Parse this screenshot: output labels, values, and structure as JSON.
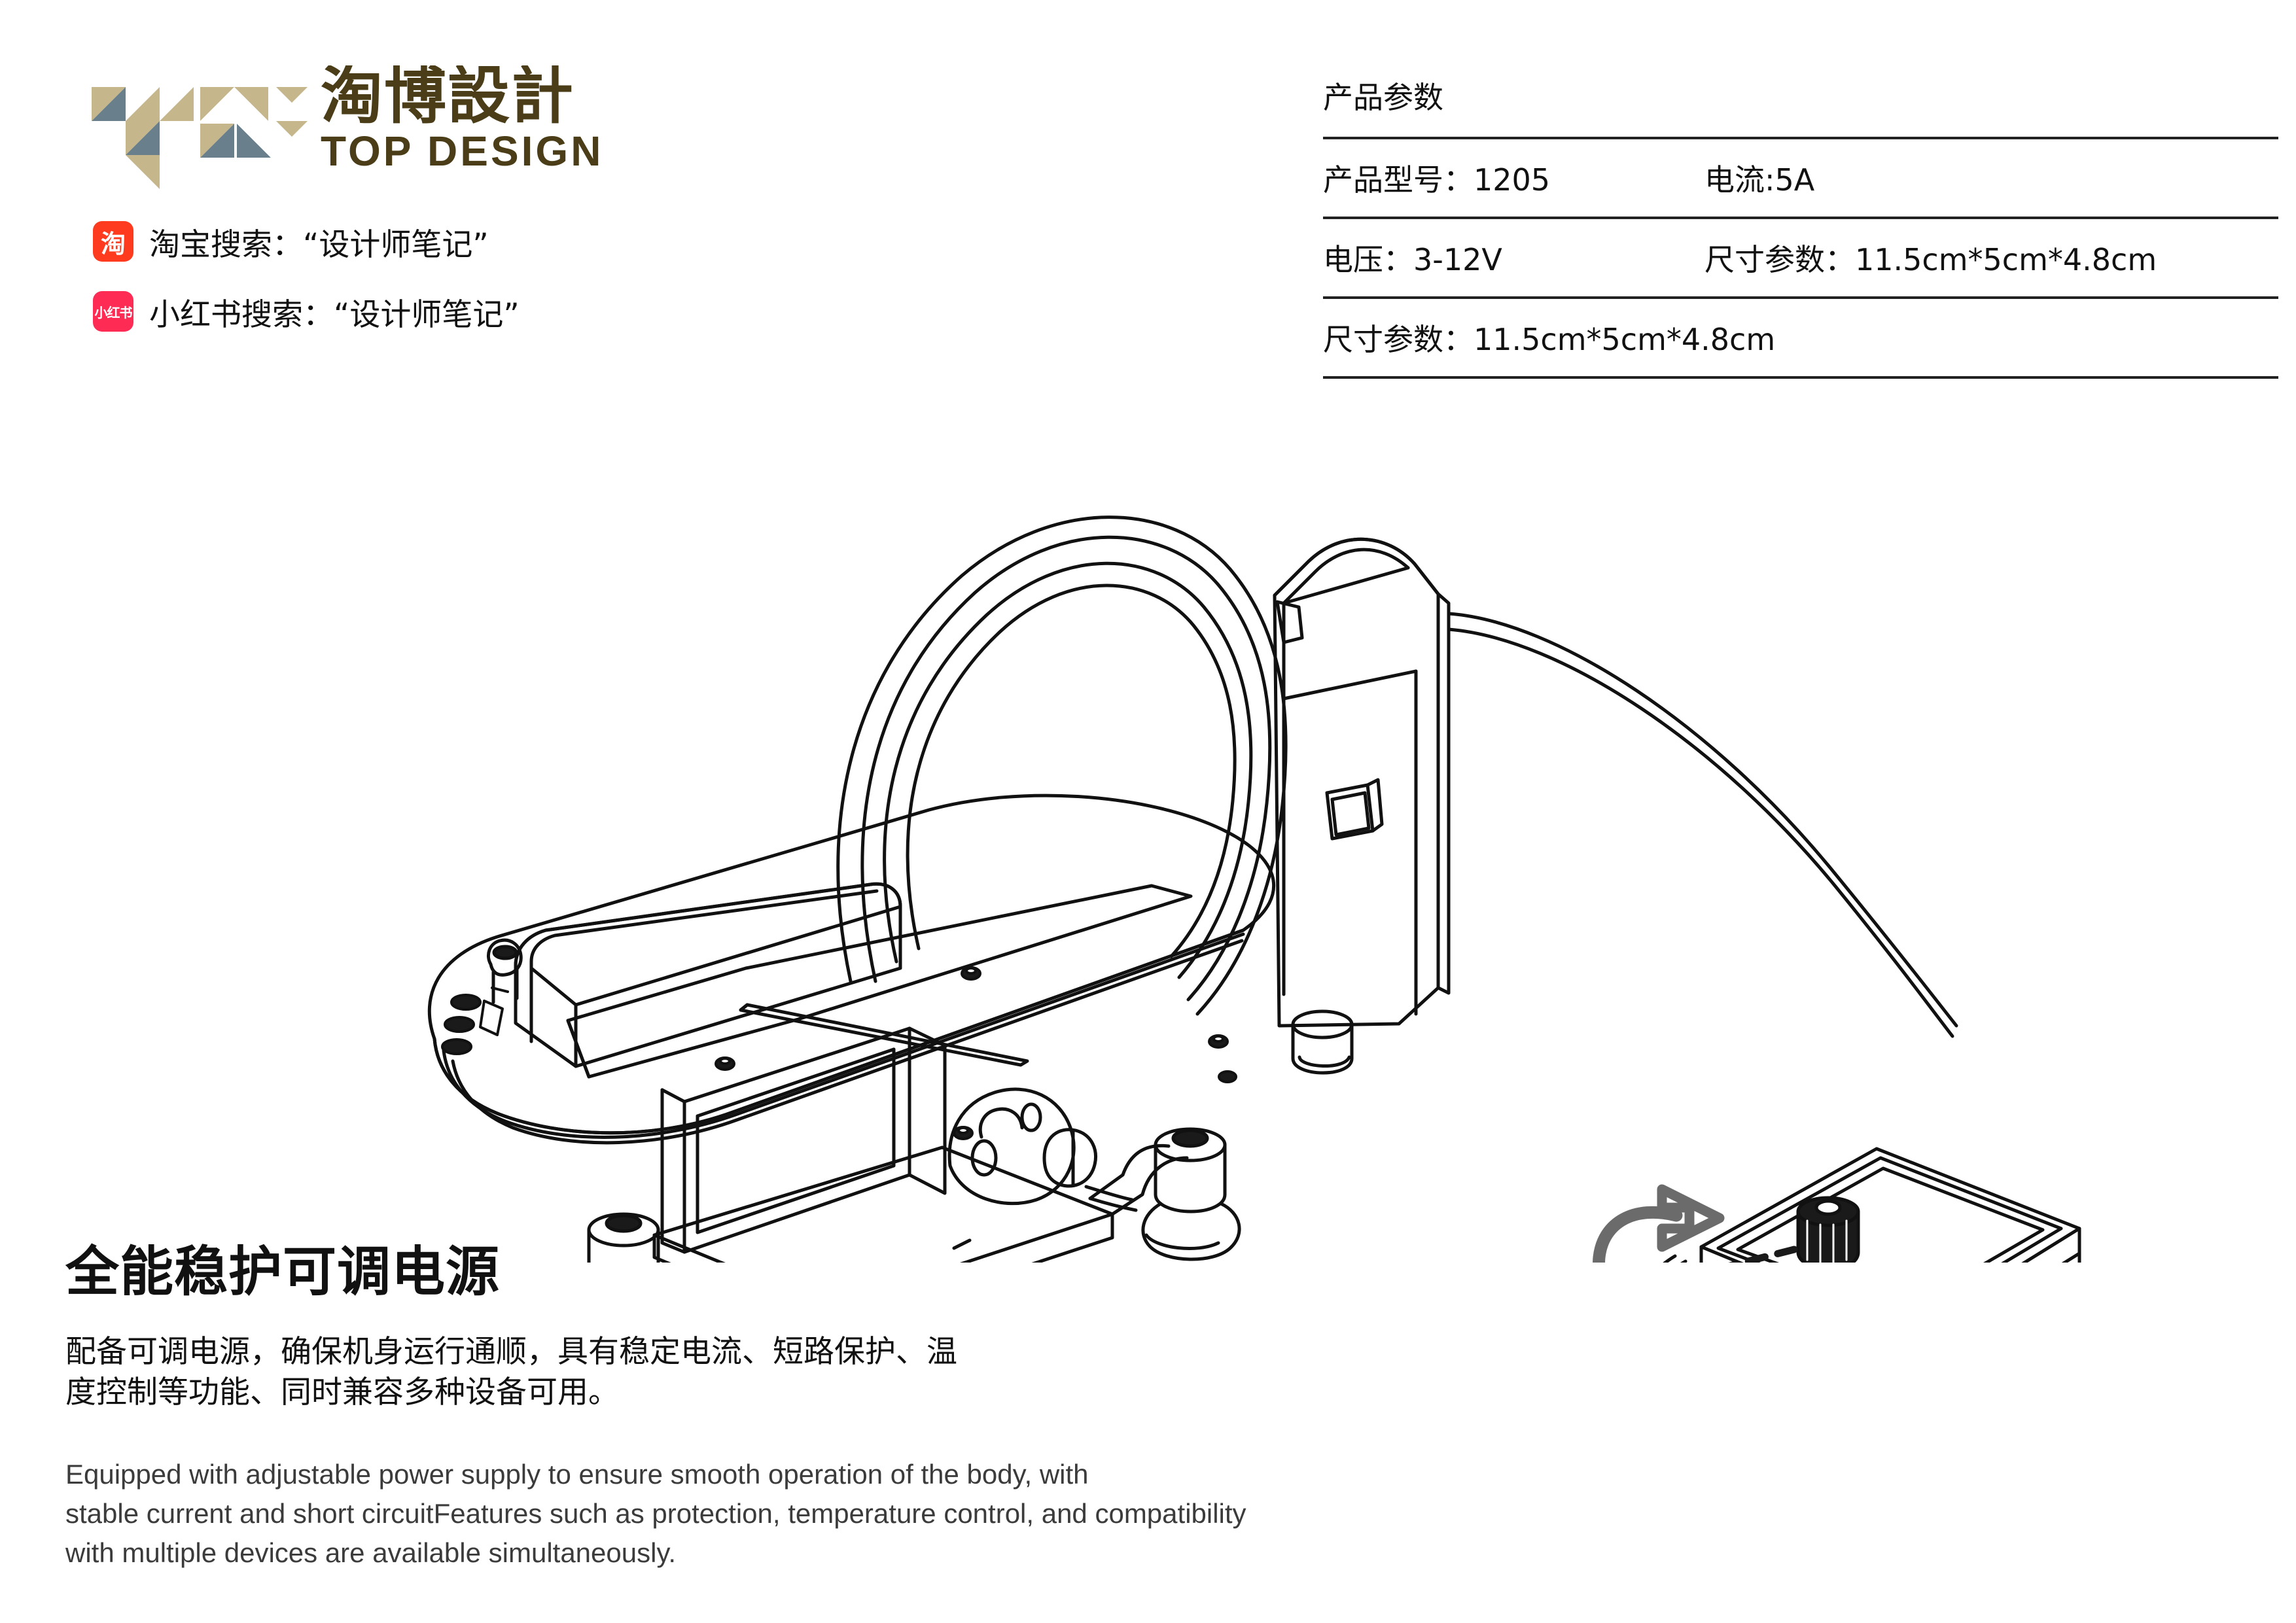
{
  "brand": {
    "logo_cn": "淘博設計",
    "logo_en": "TOP DESIGN",
    "tangram_colors": {
      "tan": "#c5b68c",
      "slate": "#69808c",
      "white": "#ffffff"
    },
    "logo_text_color": "#4a3d17"
  },
  "social": [
    {
      "icon": "taobao-icon",
      "badge_text": "淘",
      "badge_color": "#ff3b1f",
      "label": "淘宝搜索：“设计师笔记”"
    },
    {
      "icon": "xiaohongshu-icon",
      "badge_text": "小红书",
      "badge_color": "#fe2c55",
      "label": "小红书搜索：“设计师笔记”"
    }
  ],
  "spec_table": {
    "title": "产品参数",
    "rows": [
      {
        "left": "产品型号：1205",
        "right": "电流:5A"
      },
      {
        "left": "电压：3-12V",
        "right": "尺寸参数：11.5cm*5cm*4.8cm"
      },
      {
        "left": "尺寸参数：11.5cm*5cm*4.8cm",
        "right": ""
      }
    ]
  },
  "illustration": {
    "machine_name": "benchtop-scroll-saw",
    "machine_parts": [
      "blade-guard-arch",
      "motor-housing",
      "rocker-switch",
      "work-table",
      "blade-slot",
      "backing-fence",
      "table-bolts",
      "base-frame",
      "rubber-feet",
      "tilt-hinge",
      "power-cable"
    ],
    "adapter_name": "adjustable-power-supply",
    "adapter_parts": [
      "adapter-body",
      "adjust-knob",
      "dc-output-jack",
      "coiled-lead",
      "mounting-bracket"
    ],
    "annotation": {
      "icon": "rotation-arrow-icon",
      "color": "#6b6b6b",
      "meaning": "turn knob to adjust"
    },
    "line_color": "#111111"
  },
  "copy": {
    "headline": "全能稳护可调电源",
    "cn_lines": [
      "配备可调电源，确保机身运行通顺，具有稳定电流、短路保护、温",
      "度控制等功能、同时兼容多种设备可用。"
    ],
    "en_lines": [
      "Equipped with adjustable power supply to ensure smooth operation of the body, with",
      "stable current and short circuitFeatures such as protection, temperature control, and compatibility",
      " with multiple devices are available simultaneously."
    ]
  }
}
